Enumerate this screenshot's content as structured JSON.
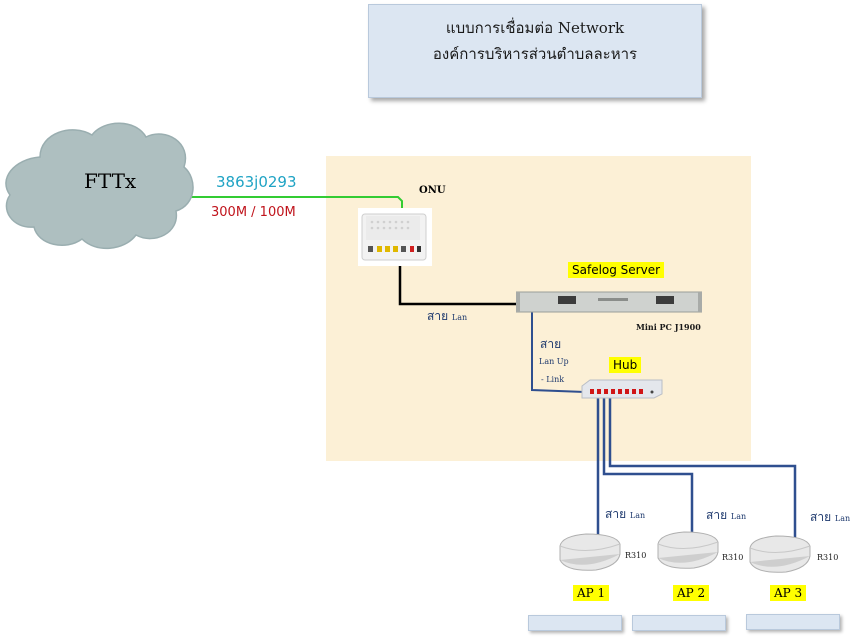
{
  "title": {
    "line1": "แบบการเชื่อมต่อ Network",
    "line2": "องค์การบริหารส่วนตำบลละหาร"
  },
  "cloud": {
    "label": "FTTx",
    "color": "#aebfc0"
  },
  "link": {
    "circuit_id": "3863j0293",
    "speed": "300M / 100M"
  },
  "onu": {
    "label": "ONU"
  },
  "server": {
    "label": "Safelog Server",
    "model": "Mini PC J1900"
  },
  "hub": {
    "label": "Hub"
  },
  "cables": {
    "onu_server": {
      "word": "สาย",
      "sub": "Lan"
    },
    "server_hub": {
      "word": "สาย",
      "sub1": "Lan Up",
      "sub2": "- Link"
    },
    "ap1": {
      "word": "สาย",
      "sub": "Lan"
    },
    "ap2": {
      "word": "สาย",
      "sub": "Lan"
    },
    "ap3": {
      "word": "สาย",
      "sub": "Lan"
    }
  },
  "access_points": [
    {
      "model": "R310",
      "label": "AP 1"
    },
    {
      "model": "R310",
      "label": "AP 2"
    },
    {
      "model": "R310",
      "label": "AP 3"
    }
  ],
  "colors": {
    "green_line": "#33cc33",
    "blue_line": "#2f4f8f",
    "black_line": "#000000",
    "circuit_text": "#1fa3c4",
    "speed_text": "#c0141c",
    "panel": "#fcf0d6",
    "title_bg": "#dce6f2"
  }
}
